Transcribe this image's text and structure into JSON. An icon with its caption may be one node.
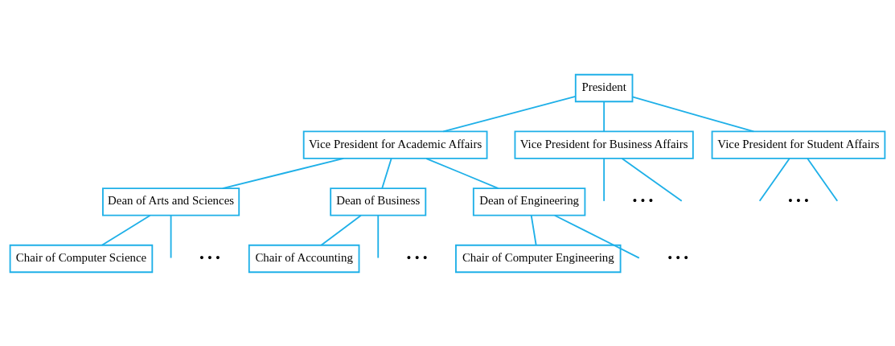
{
  "diagram": {
    "nodes": [
      {
        "text": [
          "President"
        ]
      },
      {
        "text": [
          "Vice President for Academic Affairs"
        ]
      },
      {
        "text": [
          "Vice President for Business Affairs"
        ]
      },
      {
        "text": [
          "Vice President for Student Affairs"
        ]
      },
      {
        "text": [
          "Dean of Arts and Sciences"
        ]
      },
      {
        "text": [
          "Dean of Business"
        ]
      },
      {
        "text": [
          "Dean of Engineering"
        ]
      },
      {
        "text": [
          "Chair of Computer Science"
        ]
      },
      {
        "text": [
          "Chair of Accounting"
        ]
      },
      {
        "text": [
          "Chair of Computer Engineering"
        ]
      }
    ],
    "edges": [
      {
        "from": 0,
        "to": 1,
        "arrow": "none"
      },
      {
        "from": 0,
        "to": 2,
        "arrow": "none"
      },
      {
        "from": 0,
        "to": 3,
        "arrow": "none"
      },
      {
        "from": 1,
        "to": 4,
        "arrow": "none"
      },
      {
        "from": 1,
        "to": 5,
        "arrow": "none"
      },
      {
        "from": 1,
        "to": 6,
        "arrow": "none"
      },
      {
        "from": 2,
        "to": null,
        "arrow": "none"
      },
      {
        "from": 2,
        "to": null,
        "arrow": "none"
      },
      {
        "from": 3,
        "to": null,
        "arrow": "none"
      },
      {
        "from": 3,
        "to": null,
        "arrow": "none"
      },
      {
        "from": 4,
        "to": 7,
        "arrow": "none"
      },
      {
        "from": 4,
        "to": null,
        "arrow": "none"
      },
      {
        "from": 5,
        "to": 8,
        "arrow": "none"
      },
      {
        "from": 5,
        "to": null,
        "arrow": "none"
      },
      {
        "from": 6,
        "to": 9,
        "arrow": "none"
      },
      {
        "from": 6,
        "to": null,
        "arrow": "none"
      }
    ],
    "labels": [
      "• • •",
      "• • •",
      "• • •",
      "• • •",
      "• • •"
    ]
  }
}
